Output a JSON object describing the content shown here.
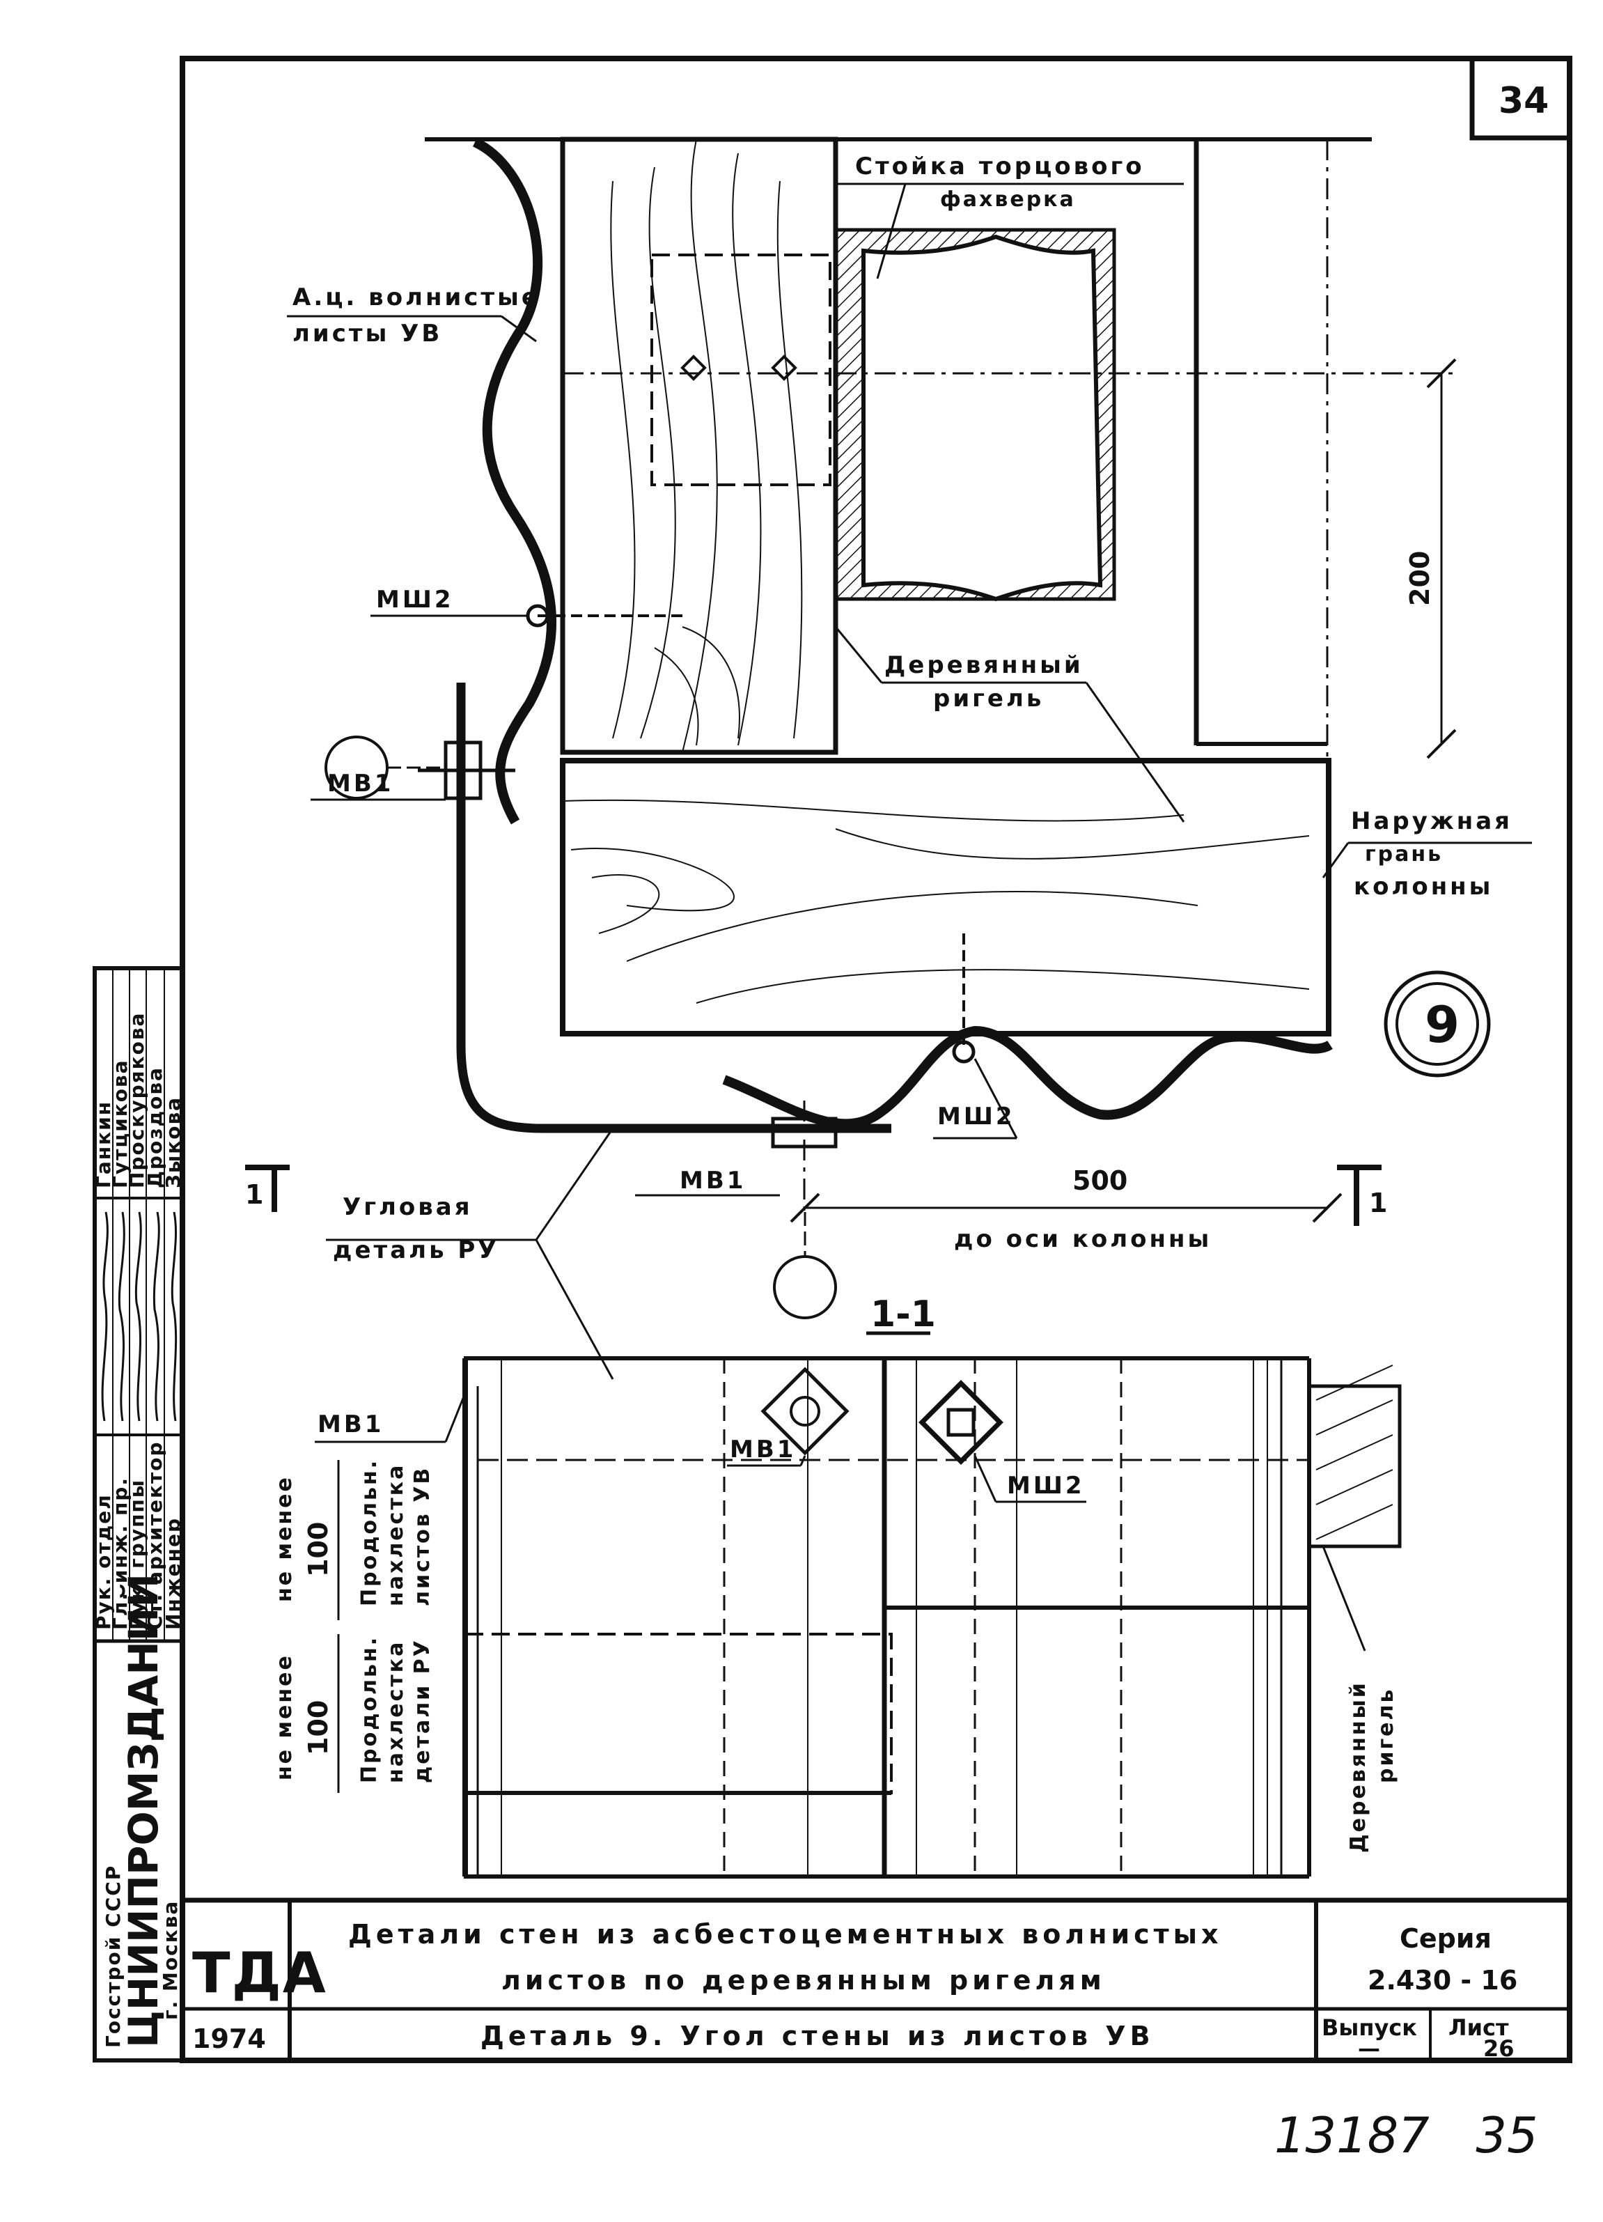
{
  "sheet_number": "34",
  "handwritten_number": "13187   35",
  "labels": {
    "column_title_line1": "Стойка торцового",
    "column_title_line2": "фахверка",
    "sheets_title_line1": "А.ц. волнистые",
    "sheets_title_line2": "листы УВ",
    "msh2_top": "МШ2",
    "beam_line1": "Деревянный",
    "beam_line2": "ригель",
    "mv1_left": "МВ1",
    "outer_face_line1": "Наружная",
    "outer_face_line2": "грань",
    "outer_face_line3": "колонны",
    "detail_number": "9",
    "msh2_bottom": "МШ2",
    "mv1_bottom": "МВ1",
    "dim_500": "500",
    "axis_text": "до оси колонны",
    "dim_200": "200",
    "section_mark_left": "1",
    "section_mark_right": "1",
    "corner_line1": "Угловая",
    "corner_line2": "деталь РУ",
    "section_title": "1-1",
    "mv1_section": "МВ1",
    "mv1_center": "МВ1",
    "msh2_section": "МШ2",
    "not_less_1": "не менее",
    "dim_100_1": "100",
    "overlap1_line1": "Продольн.",
    "overlap1_line2": "нахлестка",
    "overlap1_line3": "листов УВ",
    "not_less_2": "не менее",
    "dim_100_2": "100",
    "overlap2_line1": "Продольн.",
    "overlap2_line2": "нахлестка",
    "overlap2_line3": "детали РУ",
    "beam_vert_line1": "Деревянный",
    "beam_vert_line2": "ригель"
  },
  "stamp": {
    "org_line1": "Госстрой СССР",
    "org_line2": "ЦНИИПРОМЗДАНИЙ",
    "org_line3": "г. Москва",
    "roles": [
      "Рук. отдел",
      "Гл. инж. пр.",
      "Рук. группы",
      "Ст. архитектор",
      "Инженер"
    ],
    "names": [
      "Ганкин",
      "Гутцикова",
      "Проскурякова",
      "Дроздова",
      "Зыкова"
    ]
  },
  "title_block": {
    "logo": "ТДА",
    "year": "1974",
    "title_line1": "Детали стен из асбестоцементных волнистых",
    "title_line2": "листов по деревянным ригелям",
    "subtitle": "Деталь 9.  Угол стены из листов УВ",
    "series_label": "Серия",
    "series_value": "2.430 - 16",
    "issue_label": "Выпуск",
    "issue_value": "—",
    "sheet_label": "Лист",
    "sheet_value": "26"
  }
}
